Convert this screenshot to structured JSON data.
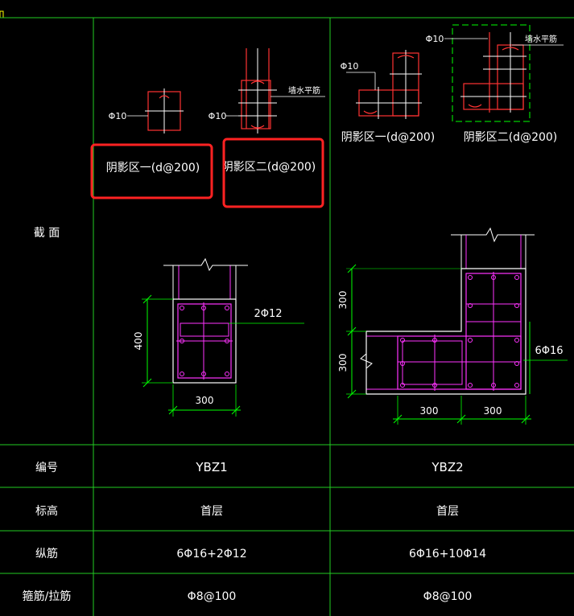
{
  "colors": {
    "background": "#000000",
    "grid": "#22cc22",
    "text": "#ffffff",
    "dimension": "#00ff00",
    "concrete": "#ffffff",
    "rebar": "#ff33ff",
    "stirrup": "#ff3333",
    "highlight": "#ff2222",
    "yellow": "#ffff00",
    "leader": "#ffffff"
  },
  "row_labels": {
    "section": "截 面",
    "number": "编号",
    "elevation": "标高",
    "longitudinal": "纵筋",
    "stirrup": "箍筋/拉筋"
  },
  "columns": [
    {
      "id": "YBZ1",
      "number": "YBZ1",
      "elevation": "首层",
      "longitudinal": "6Φ16+2Φ12",
      "stirrup": "Φ8@100",
      "detail_one": {
        "tie_label": "Φ10",
        "caption": "阴影区一(d@200)"
      },
      "detail_two": {
        "tie_label": "Φ10",
        "wall_label": "墙水平筋",
        "caption": "阴影区二(d@200)"
      },
      "section": {
        "width_dim": "300",
        "height_dim": "400",
        "bar_label": "2Φ12"
      }
    },
    {
      "id": "YBZ2",
      "number": "YBZ2",
      "elevation": "首层",
      "longitudinal": "6Φ16+10Φ14",
      "stirrup": "Φ8@100",
      "detail_one": {
        "tie_label": "Φ10",
        "caption": "阴影区一(d@200)"
      },
      "detail_two": {
        "tie_label": "Φ10",
        "wall_label": "墙水平筋",
        "caption": "阴影区二(d@200)"
      },
      "section": {
        "dim_left_top": "300",
        "dim_left_bottom": "300",
        "dim_bottom_left": "300",
        "dim_bottom_right": "300",
        "bar_label": "6Φ16"
      }
    }
  ]
}
